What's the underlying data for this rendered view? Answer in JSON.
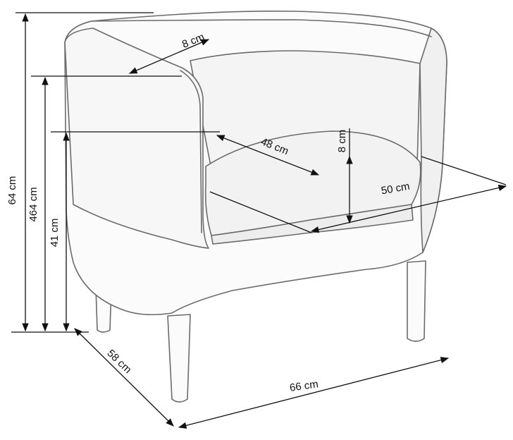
{
  "diagram": {
    "subject": "armchair",
    "line_color": "#111111",
    "sketch_color": "#6b6b6b",
    "background": "#ffffff"
  },
  "dimensions": {
    "total_height": "64 cm",
    "armrest_height": "464 cm",
    "seat_height": "41 cm",
    "depth": "58 cm",
    "width": "66 cm",
    "armrest_width": "8 cm",
    "seat_depth": "48 cm",
    "seat_thickness": "8 cm",
    "seat_width": "50 cm"
  }
}
